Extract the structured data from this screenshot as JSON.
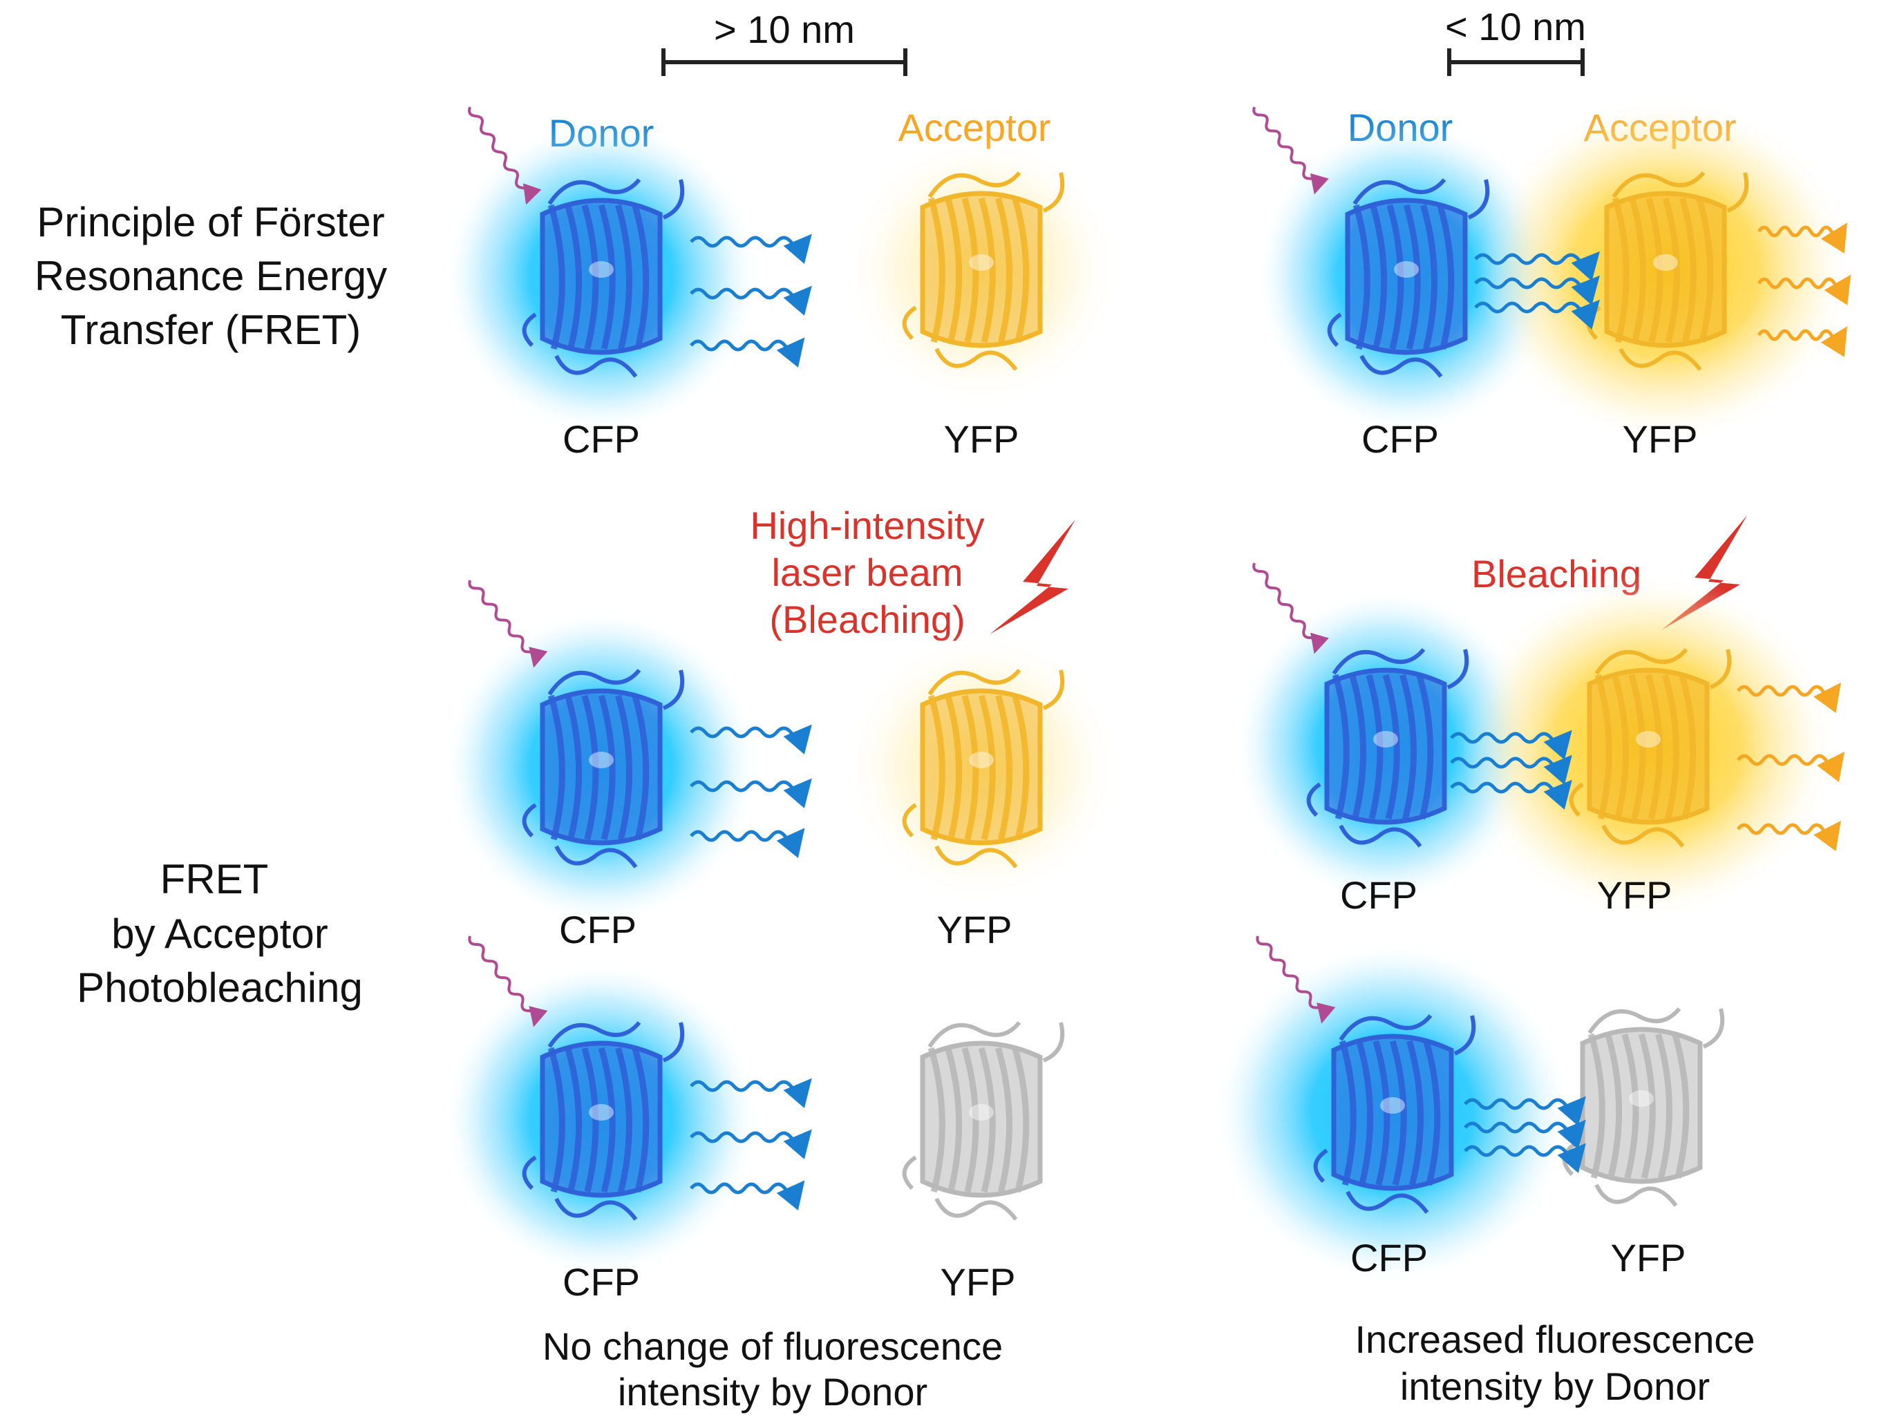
{
  "row_labels": {
    "fret_principle": [
      "Principle of Förster",
      "Resonance Energy",
      "Transfer (FRET)"
    ],
    "acceptor_photobleaching": [
      "FRET",
      "by Acceptor",
      "Photobleaching"
    ]
  },
  "distance": {
    "far": "> 10 nm",
    "near": "< 10 nm"
  },
  "roles": {
    "donor": "Donor",
    "acceptor": "Acceptor"
  },
  "proteins": {
    "donor": "CFP",
    "acceptor": "YFP"
  },
  "bleach": {
    "far": [
      "High-intensity",
      "laser beam",
      "(Bleaching)"
    ],
    "near": "Bleaching"
  },
  "outcomes": {
    "far": [
      "No change of fluorescence",
      "intensity by Donor"
    ],
    "near": [
      "Increased fluorescence",
      "intensity by Donor"
    ]
  },
  "colors": {
    "donor_glow": "#1ec8ff",
    "donor_protein": "#2f62d8",
    "acceptor_glow": "#ffc400",
    "acceptor_protein": "#f2b62a",
    "bleached_protein": "#b8b8b8",
    "transfer_arrow": "#1a7fd0",
    "emission_arrow": "#f5a623",
    "excitation_arrow": "#b04a93",
    "bleach_red": "#d9332b",
    "donor_text": "#1b86d1",
    "acceptor_text": "#f5a623"
  }
}
